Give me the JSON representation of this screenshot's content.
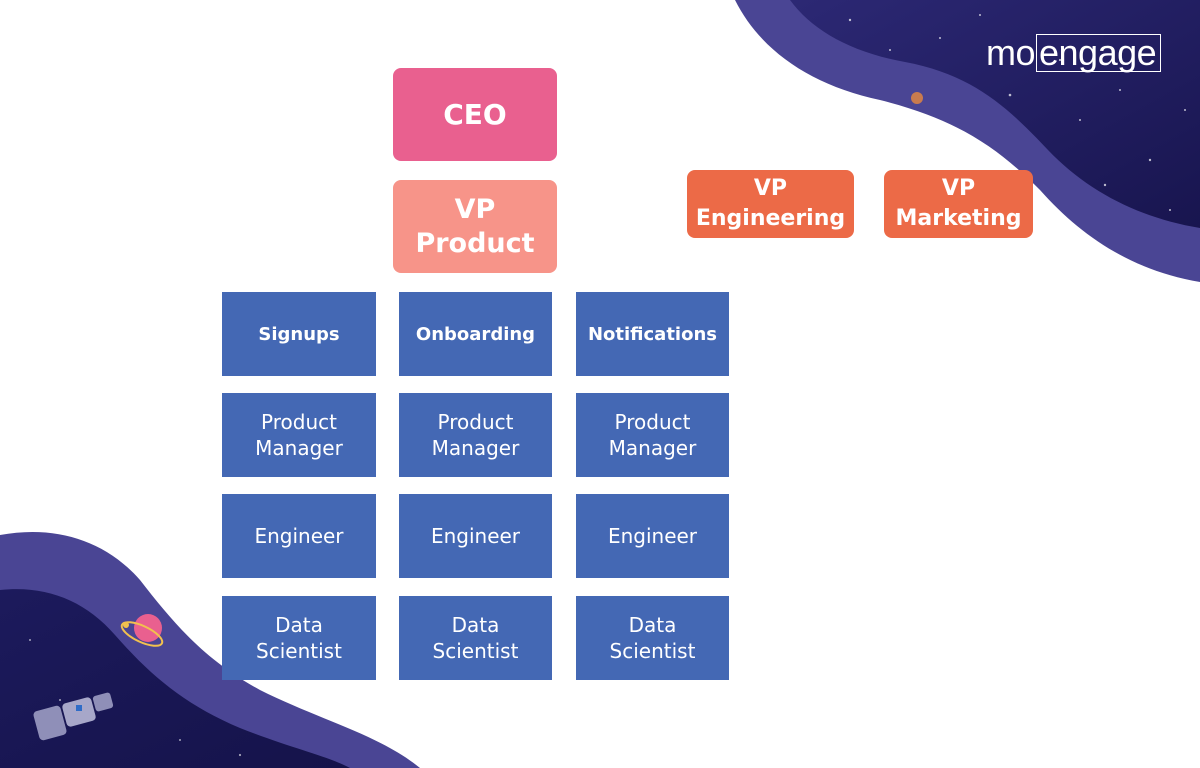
{
  "brand": {
    "logo_left": "mo",
    "logo_boxed": "engage"
  },
  "org": {
    "ceo": "CEO",
    "vp_product": "VP\nProduct",
    "vp_engineering": "VP\nEngineering",
    "vp_marketing": "VP\nMarketing",
    "teams": [
      {
        "name": "Signups",
        "roles": [
          "Product\nManager",
          "Engineer",
          "Data\nScientist"
        ]
      },
      {
        "name": "Onboarding",
        "roles": [
          "Product\nManager",
          "Engineer",
          "Data\nScientist"
        ]
      },
      {
        "name": "Notifications",
        "roles": [
          "Product\nManager",
          "Engineer",
          "Data\nScientist"
        ]
      }
    ]
  },
  "colors": {
    "ceo": "#e9608f",
    "vp_product": "#f79489",
    "vp_other": "#ec6a47",
    "team_box": "#4468b4",
    "space_dark": "#1e1b5e",
    "space_band": "#4a4594"
  }
}
